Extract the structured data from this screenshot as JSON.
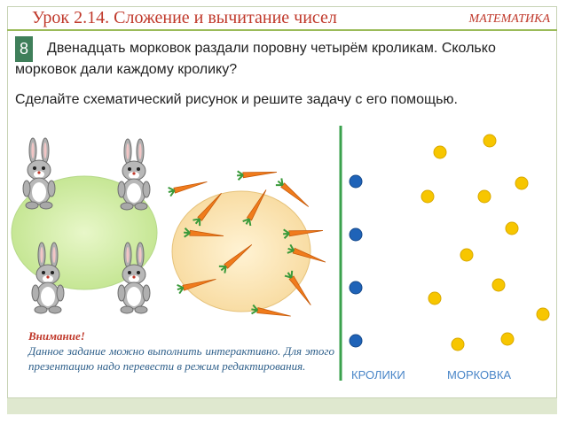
{
  "header": {
    "lesson_title": "Урок 2.14. Сложение и вычитание чисел",
    "subject": "МАТЕМАТИКА"
  },
  "task": {
    "number": "8",
    "text": "Двенадцать морковок раздали поровну  четырём кроликам. Сколько морковок дали каждому кролику?",
    "instruction": "Сделайте схематический рисунок и решите задачу с его помощью."
  },
  "note": {
    "title": "Внимание!",
    "text": "Данное задание можно выполнить интерактивно. Для этого презентацию надо перевести в режим редактирования."
  },
  "labels": {
    "rabbits": "КРОЛИКИ",
    "carrots": "МОРКОВКА"
  },
  "colors": {
    "accent": "#c0392b",
    "divider": "#3aa14c",
    "blue_dot": "#1f63b8",
    "yellow_dot": "#f7c600",
    "carrot": "#f07b1c"
  },
  "counts": {
    "rabbits": 4,
    "carrots": 12,
    "blue_dots": 4,
    "yellow_dots": 12
  }
}
